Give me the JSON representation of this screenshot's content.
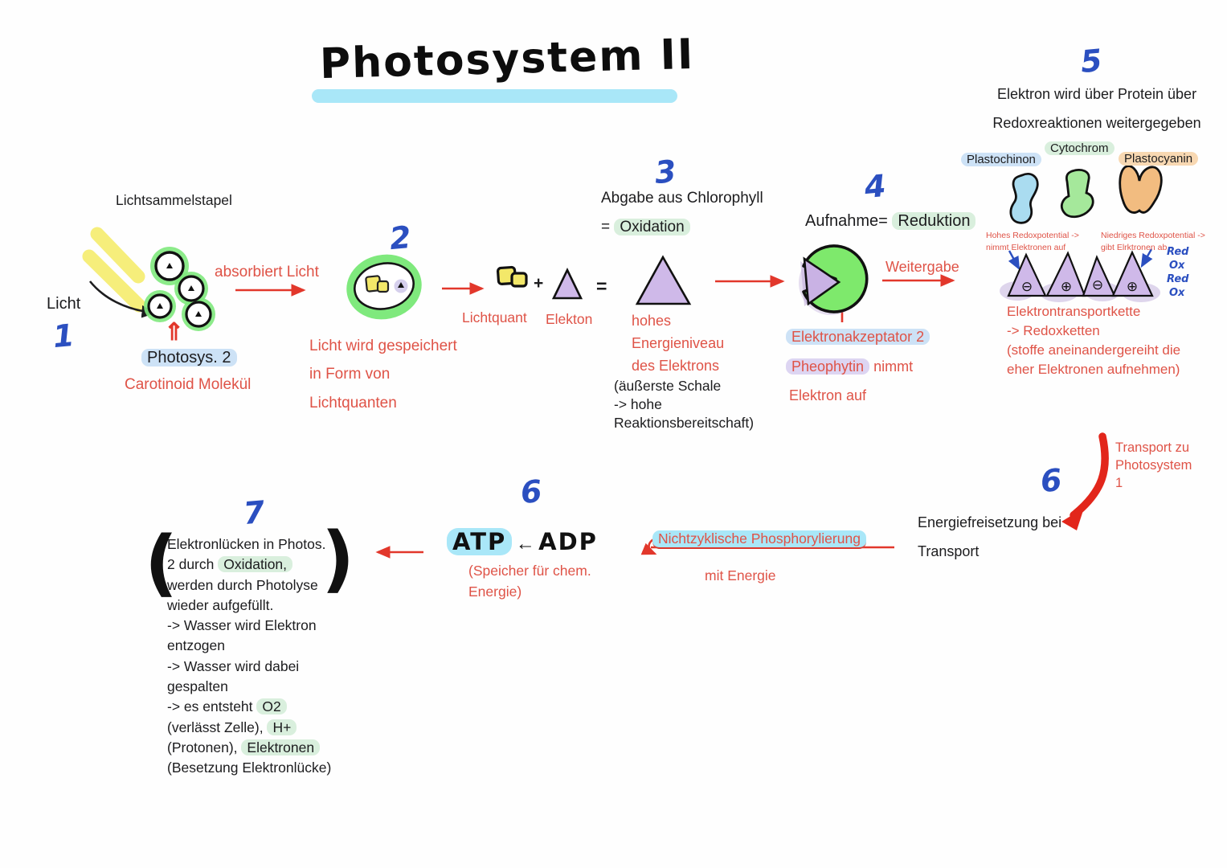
{
  "palette": {
    "red_text": "#df5347",
    "red_arrow": "#e2372b",
    "blue_pen": "#2b4fc0",
    "black": "#1c1c1e",
    "cyan_hl": "#a9e7f8",
    "green_hl": "#d9efdd",
    "blue_hl": "#cde2f6",
    "purple_hl": "#ddd5f2",
    "orange_hl": "#f8d8b2",
    "marker_green": "#7fe97d",
    "marker_yellow": "#f6ee7b",
    "triangle_purple": "#cfb9e9",
    "pacman_green": "#7ee96c",
    "blob_blue": "#aadcf0",
    "blob_green": "#a5e89b",
    "blob_orange": "#f2bc80"
  },
  "icons": {
    "up_double_arrow": "⇑",
    "left_arrow": "←"
  },
  "title": {
    "text": "Photosystem II"
  },
  "sections": {
    "s1": {
      "num": "1",
      "header": "Lichtsammelstapel",
      "licht": "Licht",
      "absorbiert": "absorbiert Licht",
      "photosys": "Photosys. 2",
      "carotinoid": "Carotinoid Molekül"
    },
    "s2": {
      "num": "2",
      "stored1": "Licht wird gespeichert",
      "stored2": "in Form von",
      "stored3": "Lichtquanten",
      "lichtquant": "Lichtquant",
      "elekton": "Elekton",
      "plus": "+",
      "equals": "="
    },
    "s3": {
      "num": "3",
      "header": "Abgabe aus Chlorophyll",
      "eq": "=",
      "oxidation": "Oxidation",
      "energy1": "hohes",
      "energy2": "Energieniveau",
      "energy3": "des Elektrons",
      "shell1": "(äußerste Schale",
      "shell2": "-> hohe",
      "shell3": "Reaktionsbereitschaft)"
    },
    "s4": {
      "num": "4",
      "header_pre": "Aufnahme=",
      "reduktion": "Reduktion",
      "weitergabe": "Weitergabe",
      "akzeptor": "Elektronakzeptator 2",
      "pheophytin": "Pheophytin",
      "nimmt": "nimmt",
      "elektron_auf": "Elektron auf"
    },
    "s5": {
      "num": "5",
      "line1": "Elektron wird über Protein über",
      "line2": "Redoxreaktionen weitergegeben",
      "plastochinon": "Plastochinon",
      "cytochrom": "Cytochrom",
      "plastocyanin": "Plastocyanin",
      "hohes1": "Hohes Redoxpotential ->",
      "hohes2": "nimmt Elektronen auf",
      "niedrig1": "Niedriges Redoxpotential ->",
      "niedrig2": "gibt Elrktronen ab",
      "redox_labels": [
        "Red",
        "Ox",
        "Red",
        "Ox"
      ],
      "symbols": [
        "⊖",
        "⊕",
        "⊖",
        "⊕"
      ],
      "kette1": "Elektrontransportkette",
      "kette2": "-> Redoxketten",
      "kette3": "(stoffe aneinandergereiht die",
      "kette4": "eher Elektronen aufnehmen)"
    },
    "s6_transport": {
      "num": "6",
      "label1": "Transport zu",
      "label2": "Photosystem",
      "label3": "1",
      "energy1": "Energiefreisetzung bei",
      "energy2": "Transport"
    },
    "s6_atp": {
      "num": "6",
      "atp": "ATP",
      "arrow": "←",
      "adp": "ADP",
      "speicher1": "(Speicher für chem.",
      "speicher2": "Energie)",
      "phosphor": "Nichtzyklische Phosphorylierung",
      "mit": "mit Energie"
    },
    "s7": {
      "num": "7",
      "paren_open": "(",
      "paren_close": ")",
      "l1": "Elektronlücken in Photos.",
      "l2a": "2 durch ",
      "l2b": "Oxidation,",
      "l3": "werden durch Photolyse",
      "l4": "wieder aufgefüllt.",
      "l5": "-> Wasser wird Elektron",
      "l6": "entzogen",
      "l7": "-> Wasser wird dabei",
      "l8": "gespalten",
      "l9a": "-> es entsteht ",
      "l9b": "O2",
      "l10a": "(verlässt Zelle), ",
      "l10b": "H+",
      "l11a": "(Protonen), ",
      "l11b": "Elektronen",
      "l12": "(Besetzung Elektronlücke)"
    }
  }
}
